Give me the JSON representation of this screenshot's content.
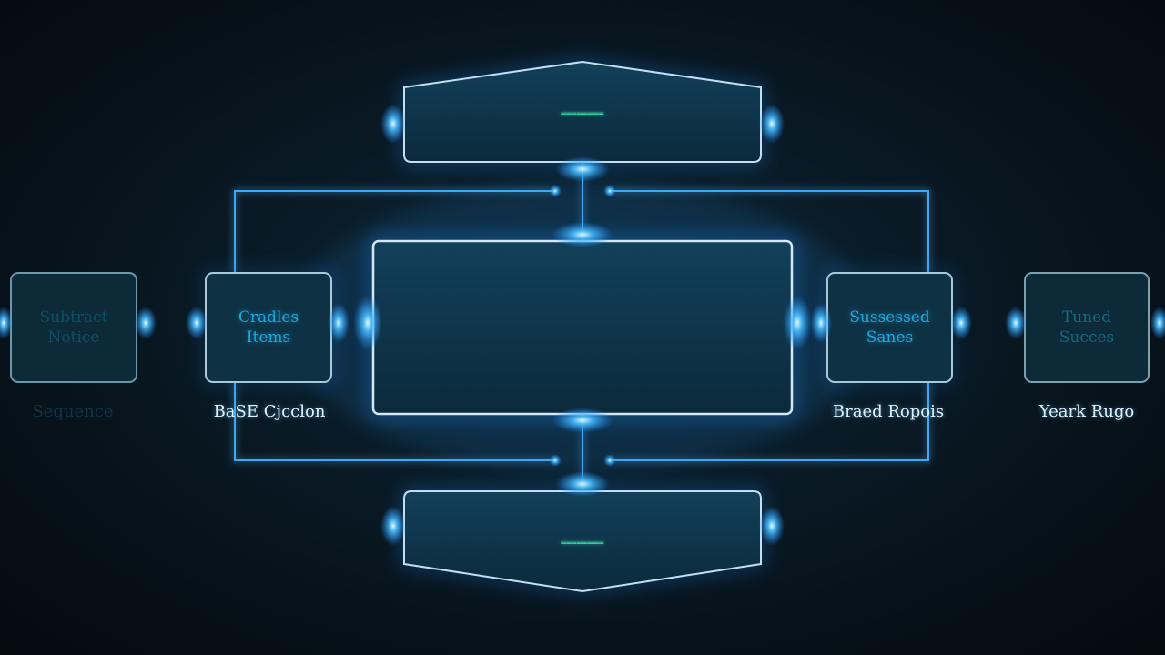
{
  "nodes": {
    "top_tag": "════════",
    "bottom_tag": "════════",
    "far_left": {
      "inner": [
        "Subtract",
        "Notice"
      ],
      "caption": "Sequence"
    },
    "left": {
      "inner": [
        "Cradles",
        "Items"
      ],
      "caption": "BaSE Cjcclon"
    },
    "right": {
      "inner": [
        "Sussessed",
        "Sanes"
      ],
      "caption": "Braed Ropois"
    },
    "far_right": {
      "inner": [
        "Tuned",
        "Succes"
      ],
      "caption": "Yeark Rugo"
    }
  },
  "colors": {
    "line": "#3fb0ff",
    "glow": "#1e8fff",
    "box_fill": "#0f3346",
    "box_stroke": "#b9d8ea",
    "tag": "#3df0b0"
  }
}
